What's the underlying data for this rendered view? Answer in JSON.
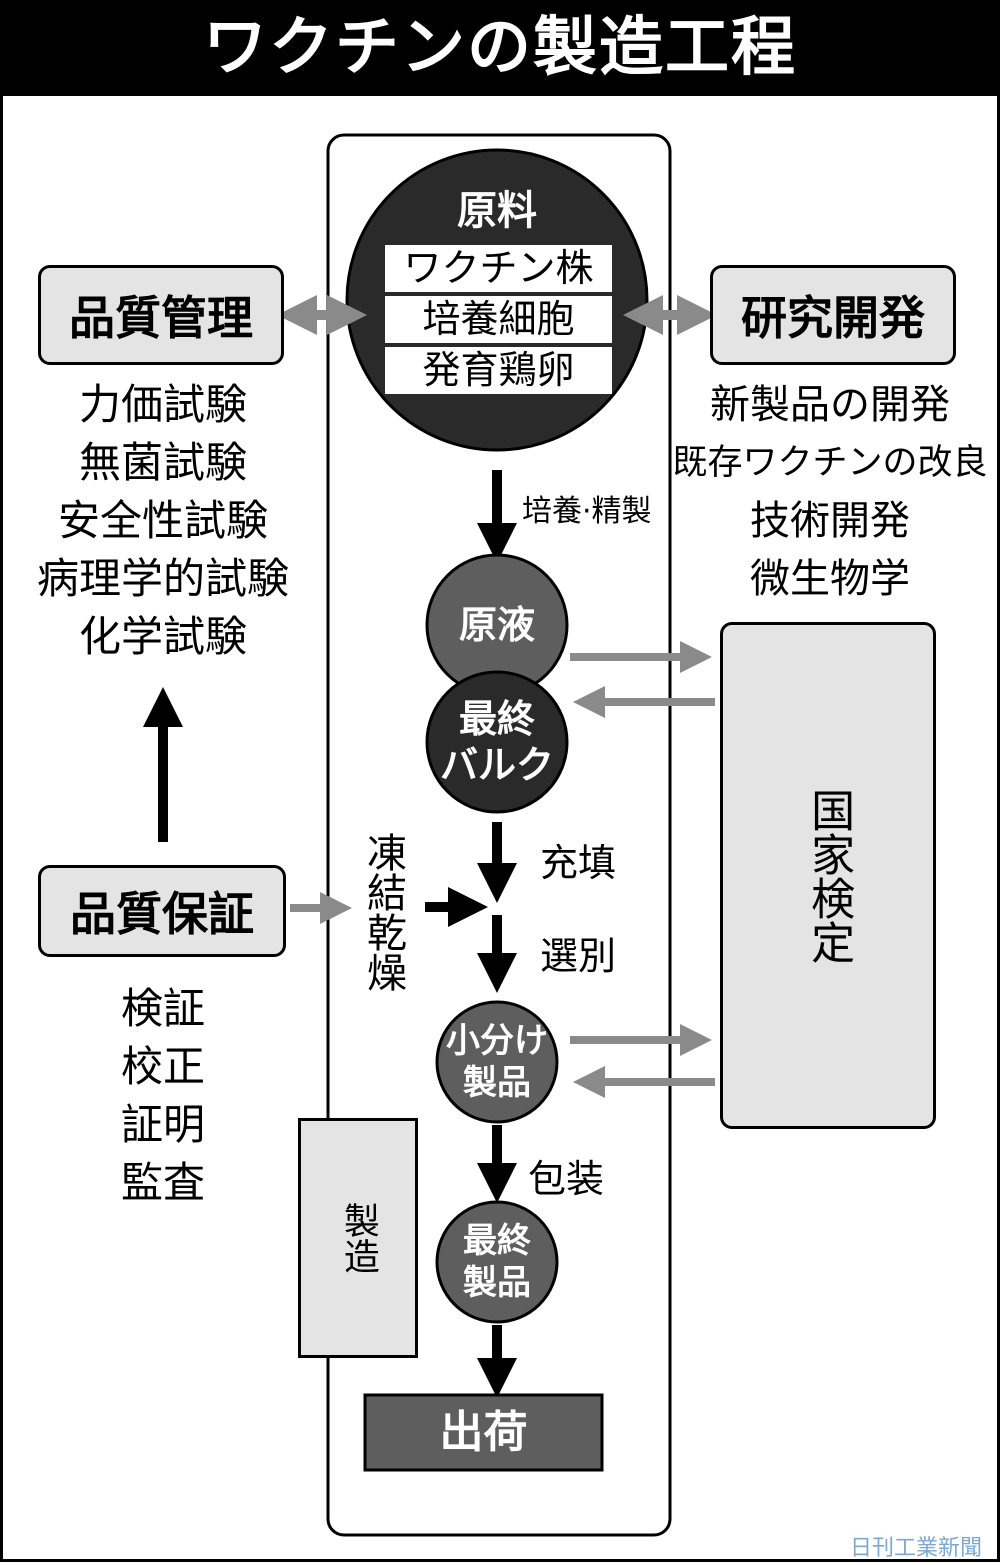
{
  "title": "ワクチンの製造工程",
  "colors": {
    "dark": "#2a2a2a",
    "medium": "#5e5e5e",
    "light": "#e4e4e4",
    "arrow_gray": "#8a8a8a",
    "credit": "#7aa8d8"
  },
  "raw_materials": {
    "title": "原料",
    "items": [
      "ワクチン株",
      "培養細胞",
      "発育鶏卵"
    ]
  },
  "quality_control": {
    "label": "品質管理",
    "items": [
      "力価試験",
      "無菌試験",
      "安全性試験",
      "病理学的試験",
      "化学試験"
    ]
  },
  "research": {
    "label": "研究開発",
    "items": [
      "新製品の開発",
      "既存ワクチンの改良",
      "技術開発",
      "微生物学"
    ]
  },
  "quality_assurance": {
    "label": "品質保証",
    "items": [
      "検証",
      "校正",
      "証明",
      "監査"
    ]
  },
  "national_test": {
    "label": "国家検定"
  },
  "manufacturing": {
    "label": "製造"
  },
  "process": {
    "step_culture": "培養·精製",
    "bulk": "原液",
    "final_bulk": [
      "最終",
      "バルク"
    ],
    "freeze_dry": "凍結乾燥",
    "step_fill": "充填",
    "step_select": "選別",
    "filled": [
      "小分け",
      "製品"
    ],
    "step_pack": "包装",
    "final_product": [
      "最終",
      "製品"
    ],
    "shipping": "出荷"
  },
  "credit": "日刊工業新聞"
}
